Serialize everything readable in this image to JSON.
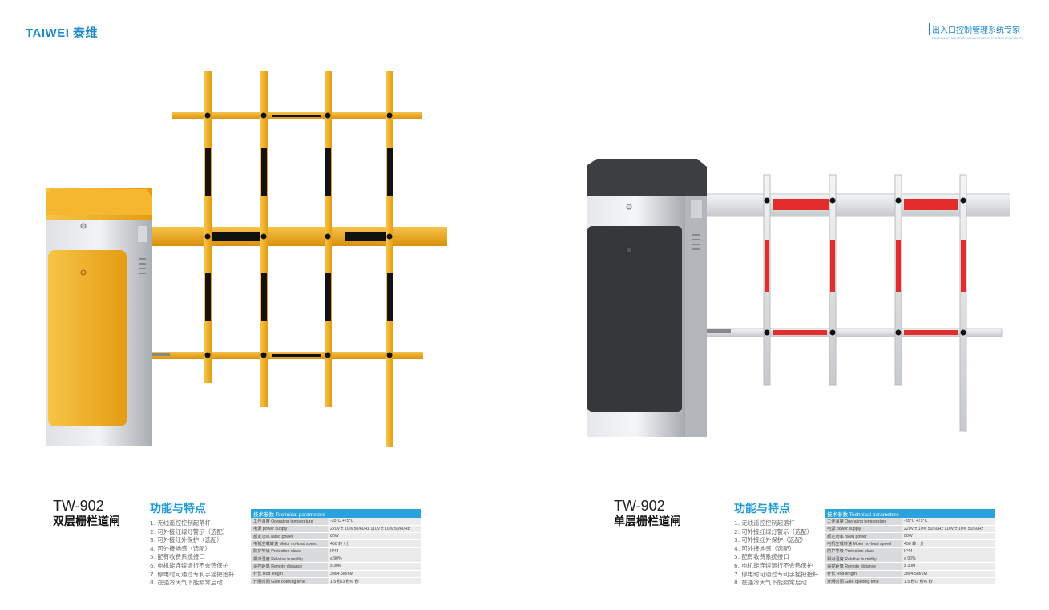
{
  "header": {
    "logo": "TAIWEI 泰维",
    "slogan": "出入口控制管理系统专家",
    "slogan_sub": "ENTRANCE CONTROL MANAGEMENT SYSTEM SPECIALIST"
  },
  "colors": {
    "accent": "#1e9ad6",
    "yellow_barrier": "#f5b41e",
    "red_stripe": "#e32d2d",
    "dark_cabinet": "#3c3e41"
  },
  "products": [
    {
      "model": "TW-902",
      "name": "双层栅栏道闸",
      "features_title": "功能与特点",
      "features": [
        "1. 无线遥控控制起落杆",
        "2. 可外接红绿灯警示（选配）",
        "3. 可外接红外保护（选配）",
        "4. 可外接地感（选配）",
        "5. 配有收费系统接口",
        "6. 电机能连续运行不会热保护",
        "7. 停电时可通过专利手摇把抬杆",
        "8. 在强冷天气下能照常启动"
      ],
      "specs_title": "技术参数 Technical parameters",
      "specs": [
        {
          "label": "工作温度 Operating temperature",
          "value": "-35°C +75°C"
        },
        {
          "label": "电源 power supply",
          "value": "220V ± 10%  50/60Hz   110V ± 10%  50/60Hz"
        },
        {
          "label": "额定功率 rated power",
          "value": "80W"
        },
        {
          "label": "电机空载转速 Motor no-load speed",
          "value": "450 转 / 分"
        },
        {
          "label": "防护等级 Protection class",
          "value": "IP44"
        },
        {
          "label": "相对湿度 Relative humidity",
          "value": "≤ 90%"
        },
        {
          "label": "遥控距离 Remote distance",
          "value": "≥ 30M"
        },
        {
          "label": "杆长 Rod length",
          "value": "3M/4.5M/6M"
        },
        {
          "label": "开闸时间 Gate opening time",
          "value": "1.5 秒/3 秒/6 秒"
        }
      ]
    },
    {
      "model": "TW-902",
      "name": "单层栅栏道闸",
      "features_title": "功能与特点",
      "features": [
        "1. 无线遥控控制起落杆",
        "2. 可外接红绿灯警示（选配）",
        "3. 可外接红外保护（选配）",
        "4. 可外接地感（选配）",
        "5. 配有收费系统接口",
        "6. 电机能连续运行不会热保护",
        "7. 停电时可通过专利手摇把抬杆",
        "8. 在强冷天气下能照常启动"
      ],
      "specs_title": "技术参数 Technical parameters",
      "specs": [
        {
          "label": "工作温度 Operating temperature",
          "value": "-35°C +75°C"
        },
        {
          "label": "电源 power supply",
          "value": "220V ± 10%  50/60Hz   110V ± 10%  50/60Hz"
        },
        {
          "label": "额定功率 rated power",
          "value": "80W"
        },
        {
          "label": "电机空载转速 Motor no-load speed",
          "value": "450 转 / 分"
        },
        {
          "label": "防护等级 Protection class",
          "value": "IP44"
        },
        {
          "label": "相对湿度 Relative humidity",
          "value": "≤ 90%"
        },
        {
          "label": "遥控距离 Remote distance",
          "value": "≥ 30M"
        },
        {
          "label": "杆长 Rod length",
          "value": "3M/4.5M/6M"
        },
        {
          "label": "开闸时间 Gate opening time",
          "value": "1.5 秒/3 秒/6 秒"
        }
      ]
    }
  ]
}
